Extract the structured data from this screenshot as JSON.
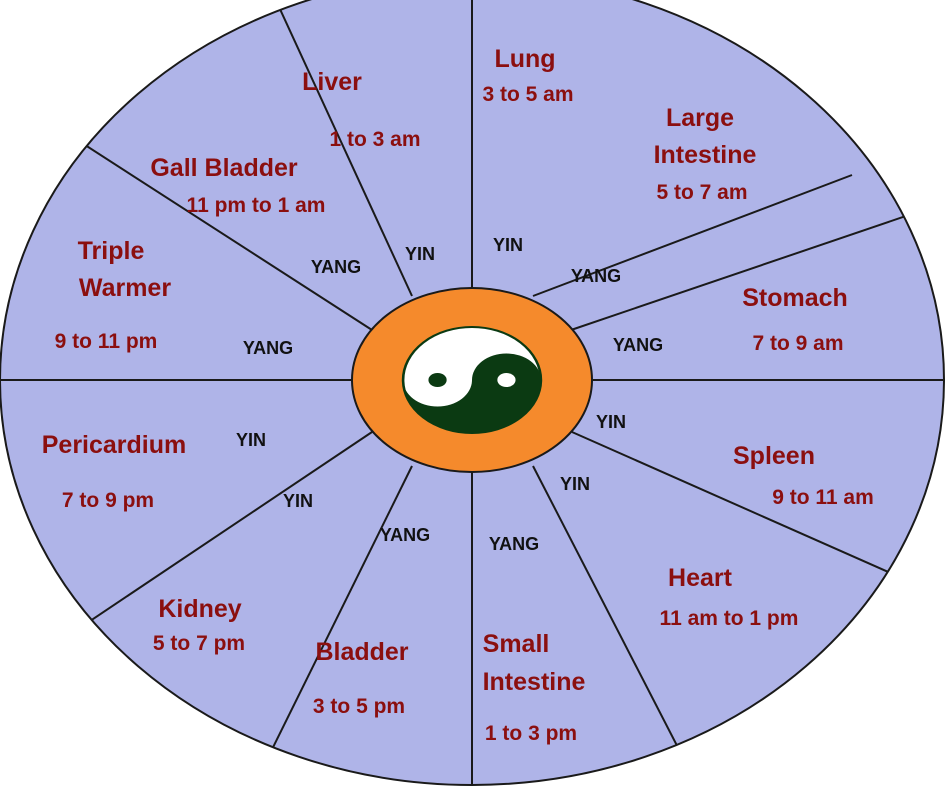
{
  "colors": {
    "face": "#afb4e8",
    "outline": "#1a1a1a",
    "label": "#8b0f0f",
    "polarity": "#111111",
    "hub": "#f58a2c",
    "yin_yang_dark": "#0b3a12",
    "yin_yang_light": "#ffffff"
  },
  "center_icon": "yin-yang-icon",
  "segments": [
    {
      "organ": "Lung",
      "time": "3 to 5 am",
      "polarity": "YIN"
    },
    {
      "organ": "Large Intestine",
      "organ_lines": [
        "Large",
        "Intestine"
      ],
      "time": "5 to 7 am",
      "polarity": "YANG"
    },
    {
      "organ": "Stomach",
      "time": "7 to 9 am",
      "polarity": "YANG"
    },
    {
      "organ": "Spleen",
      "time": "9 to 11 am",
      "polarity": "YIN"
    },
    {
      "organ": "Heart",
      "time": "11 am to 1 pm",
      "polarity": "YIN"
    },
    {
      "organ": "Small Intestine",
      "organ_lines": [
        "Small",
        "Intestine"
      ],
      "time": "1 to 3 pm",
      "polarity": "YANG"
    },
    {
      "organ": "Bladder",
      "time": "3 to 5 pm",
      "polarity": "YANG"
    },
    {
      "organ": "Kidney",
      "time": "5 to 7 pm",
      "polarity": "YIN"
    },
    {
      "organ": "Pericardium",
      "time": "7 to 9 pm",
      "polarity": "YIN"
    },
    {
      "organ": "Triple Warmer",
      "organ_lines": [
        "Triple",
        "Warmer"
      ],
      "time": "9 to 11 pm",
      "polarity": "YANG"
    },
    {
      "organ": "Gall Bladder",
      "time": "11 pm to 1 am",
      "polarity": "YANG"
    },
    {
      "organ": "Liver",
      "time": "1 to 3 am",
      "polarity": "YIN"
    }
  ]
}
